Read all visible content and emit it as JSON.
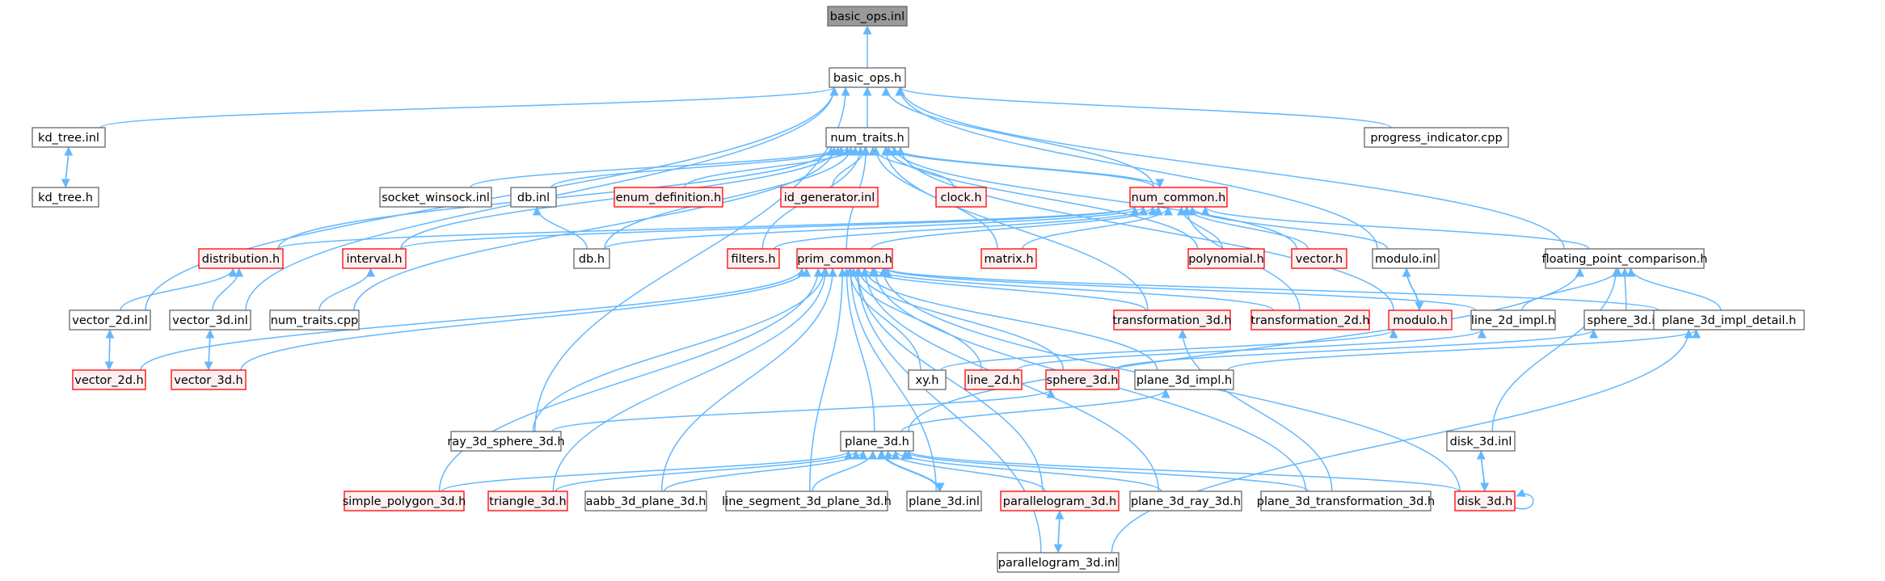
{
  "graph": {
    "title": "basic_ops.inl",
    "kind": "include dependency graph",
    "colors": {
      "edge": "#63b8ff",
      "normal_border": "#666666",
      "normal_fill": "#ffffff",
      "truncated_border": "#ff0000",
      "truncated_fill": "#fff0f0",
      "root_fill": "#999999",
      "root_border": "#666666"
    },
    "nodes": [
      {
        "id": "basic_ops_inl",
        "label": "basic_ops.inl",
        "kind": "root"
      },
      {
        "id": "basic_ops_h",
        "label": "basic_ops.h",
        "kind": "normal"
      },
      {
        "id": "kd_tree_inl",
        "label": "kd_tree.inl",
        "kind": "normal"
      },
      {
        "id": "kd_tree_h",
        "label": "kd_tree.h",
        "kind": "normal"
      },
      {
        "id": "num_traits_h",
        "label": "num_traits.h",
        "kind": "normal"
      },
      {
        "id": "progress_indicator_cpp",
        "label": "progress_indicator.cpp",
        "kind": "normal"
      },
      {
        "id": "socket_winsock_inl",
        "label": "socket_winsock.inl",
        "kind": "normal"
      },
      {
        "id": "db_inl",
        "label": "db.inl",
        "kind": "normal"
      },
      {
        "id": "enum_definition_h",
        "label": "enum_definition.h",
        "kind": "truncated"
      },
      {
        "id": "id_generator_inl",
        "label": "id_generator.inl",
        "kind": "truncated"
      },
      {
        "id": "clock_h",
        "label": "clock.h",
        "kind": "truncated"
      },
      {
        "id": "num_common_h",
        "label": "num_common.h",
        "kind": "truncated"
      },
      {
        "id": "distribution_h",
        "label": "distribution.h",
        "kind": "truncated"
      },
      {
        "id": "interval_h",
        "label": "interval.h",
        "kind": "truncated"
      },
      {
        "id": "db_h",
        "label": "db.h",
        "kind": "normal"
      },
      {
        "id": "filters_h",
        "label": "filters.h",
        "kind": "truncated"
      },
      {
        "id": "prim_common_h",
        "label": "prim_common.h",
        "kind": "truncated"
      },
      {
        "id": "matrix_h",
        "label": "matrix.h",
        "kind": "truncated"
      },
      {
        "id": "polynomial_h",
        "label": "polynomial.h",
        "kind": "truncated"
      },
      {
        "id": "vector_h",
        "label": "vector.h",
        "kind": "truncated"
      },
      {
        "id": "modulo_inl",
        "label": "modulo.inl",
        "kind": "normal"
      },
      {
        "id": "floating_point_comparison_h",
        "label": "floating_point_comparison.h",
        "kind": "normal"
      },
      {
        "id": "vector_2d_inl",
        "label": "vector_2d.inl",
        "kind": "normal"
      },
      {
        "id": "vector_3d_inl",
        "label": "vector_3d.inl",
        "kind": "normal"
      },
      {
        "id": "num_traits_cpp",
        "label": "num_traits.cpp",
        "kind": "normal"
      },
      {
        "id": "transformation_3d_h",
        "label": "transformation_3d.h",
        "kind": "truncated"
      },
      {
        "id": "transformation_2d_h",
        "label": "transformation_2d.h",
        "kind": "truncated"
      },
      {
        "id": "modulo_h",
        "label": "modulo.h",
        "kind": "truncated"
      },
      {
        "id": "line_2d_impl_h",
        "label": "line_2d_impl.h",
        "kind": "normal"
      },
      {
        "id": "sphere_3d_inl",
        "label": "sphere_3d.inl",
        "kind": "normal"
      },
      {
        "id": "plane_3d_impl_detail_h",
        "label": "plane_3d_impl_detail.h",
        "kind": "normal"
      },
      {
        "id": "vector_2d_h",
        "label": "vector_2d.h",
        "kind": "truncated"
      },
      {
        "id": "vector_3d_h",
        "label": "vector_3d.h",
        "kind": "truncated"
      },
      {
        "id": "xy_h",
        "label": "xy.h",
        "kind": "normal"
      },
      {
        "id": "line_2d_h",
        "label": "line_2d.h",
        "kind": "truncated"
      },
      {
        "id": "sphere_3d_h",
        "label": "sphere_3d.h",
        "kind": "truncated"
      },
      {
        "id": "plane_3d_impl_h",
        "label": "plane_3d_impl.h",
        "kind": "normal"
      },
      {
        "id": "ray_3d_sphere_3d_h",
        "label": "ray_3d_sphere_3d.h",
        "kind": "normal"
      },
      {
        "id": "plane_3d_h",
        "label": "plane_3d.h",
        "kind": "normal"
      },
      {
        "id": "disk_3d_inl",
        "label": "disk_3d.inl",
        "kind": "normal"
      },
      {
        "id": "simple_polygon_3d_h",
        "label": "simple_polygon_3d.h",
        "kind": "truncated"
      },
      {
        "id": "triangle_3d_h",
        "label": "triangle_3d.h",
        "kind": "truncated"
      },
      {
        "id": "aabb_3d_plane_3d_h",
        "label": "aabb_3d_plane_3d.h",
        "kind": "normal"
      },
      {
        "id": "line_segment_3d_plane_3d_h",
        "label": "line_segment_3d_plane_3d.h",
        "kind": "normal"
      },
      {
        "id": "plane_3d_inl",
        "label": "plane_3d.inl",
        "kind": "normal"
      },
      {
        "id": "parallelogram_3d_h",
        "label": "parallelogram_3d.h",
        "kind": "truncated"
      },
      {
        "id": "plane_3d_ray_3d_h",
        "label": "plane_3d_ray_3d.h",
        "kind": "normal"
      },
      {
        "id": "plane_3d_transformation_3d_h",
        "label": "plane_3d_transformation_3d.h",
        "kind": "normal"
      },
      {
        "id": "disk_3d_h",
        "label": "disk_3d.h",
        "kind": "truncated"
      },
      {
        "id": "parallelogram_3d_inl",
        "label": "parallelogram_3d.inl",
        "kind": "normal"
      }
    ],
    "edges": [
      {
        "from": "basic_ops_h",
        "to": "basic_ops_inl"
      },
      {
        "from": "num_traits_h",
        "to": "basic_ops_h"
      },
      {
        "from": "kd_tree_inl",
        "to": "basic_ops_h"
      },
      {
        "from": "progress_indicator_cpp",
        "to": "basic_ops_h"
      },
      {
        "from": "num_common_h",
        "to": "basic_ops_h"
      },
      {
        "from": "floating_point_comparison_h",
        "to": "basic_ops_h"
      },
      {
        "from": "modulo_inl",
        "to": "basic_ops_h"
      },
      {
        "from": "vector_2d_inl",
        "to": "basic_ops_h"
      },
      {
        "from": "vector_3d_inl",
        "to": "basic_ops_h"
      },
      {
        "from": "ray_3d_sphere_3d_h",
        "to": "basic_ops_h"
      },
      {
        "from": "kd_tree_h",
        "to": "kd_tree_inl"
      },
      {
        "from": "kd_tree_inl",
        "to": "kd_tree_h"
      },
      {
        "from": "socket_winsock_inl",
        "to": "num_traits_h"
      },
      {
        "from": "db_inl",
        "to": "num_traits_h"
      },
      {
        "from": "enum_definition_h",
        "to": "num_traits_h"
      },
      {
        "from": "id_generator_inl",
        "to": "num_traits_h"
      },
      {
        "from": "clock_h",
        "to": "num_traits_h"
      },
      {
        "from": "num_common_h",
        "to": "num_traits_h"
      },
      {
        "from": "distribution_h",
        "to": "num_traits_h"
      },
      {
        "from": "interval_h",
        "to": "num_traits_h"
      },
      {
        "from": "db_h",
        "to": "num_traits_h"
      },
      {
        "from": "filters_h",
        "to": "num_traits_h"
      },
      {
        "from": "prim_common_h",
        "to": "num_traits_h"
      },
      {
        "from": "matrix_h",
        "to": "num_traits_h"
      },
      {
        "from": "polynomial_h",
        "to": "num_traits_h"
      },
      {
        "from": "vector_h",
        "to": "num_traits_h"
      },
      {
        "from": "num_traits_cpp",
        "to": "num_traits_h"
      },
      {
        "from": "transformation_3d_h",
        "to": "num_traits_h"
      },
      {
        "from": "modulo_h",
        "to": "num_traits_h"
      },
      {
        "from": "num_traits_h",
        "to": "num_common_h"
      },
      {
        "from": "db_h",
        "to": "db_inl"
      },
      {
        "from": "distribution_h",
        "to": "num_common_h"
      },
      {
        "from": "interval_h",
        "to": "num_common_h"
      },
      {
        "from": "db_h",
        "to": "num_common_h"
      },
      {
        "from": "filters_h",
        "to": "num_common_h"
      },
      {
        "from": "prim_common_h",
        "to": "num_common_h"
      },
      {
        "from": "matrix_h",
        "to": "num_common_h"
      },
      {
        "from": "polynomial_h",
        "to": "num_common_h"
      },
      {
        "from": "vector_h",
        "to": "num_common_h"
      },
      {
        "from": "modulo_inl",
        "to": "num_common_h"
      },
      {
        "from": "floating_point_comparison_h",
        "to": "num_common_h"
      },
      {
        "from": "transformation_2d_h",
        "to": "num_common_h"
      },
      {
        "from": "vector_2d_inl",
        "to": "distribution_h"
      },
      {
        "from": "vector_3d_inl",
        "to": "distribution_h"
      },
      {
        "from": "num_traits_cpp",
        "to": "interval_h"
      },
      {
        "from": "modulo_h",
        "to": "modulo_inl"
      },
      {
        "from": "modulo_inl",
        "to": "modulo_h"
      },
      {
        "from": "line_2d_impl_h",
        "to": "floating_point_comparison_h"
      },
      {
        "from": "sphere_3d_inl",
        "to": "floating_point_comparison_h"
      },
      {
        "from": "plane_3d_impl_detail_h",
        "to": "floating_point_comparison_h"
      },
      {
        "from": "plane_3d_h",
        "to": "floating_point_comparison_h"
      },
      {
        "from": "disk_3d_inl",
        "to": "floating_point_comparison_h"
      },
      {
        "from": "vector_2d_h",
        "to": "vector_2d_inl"
      },
      {
        "from": "vector_2d_inl",
        "to": "vector_2d_h"
      },
      {
        "from": "vector_3d_h",
        "to": "vector_3d_inl"
      },
      {
        "from": "vector_3d_inl",
        "to": "vector_3d_h"
      },
      {
        "from": "vector_2d_h",
        "to": "prim_common_h"
      },
      {
        "from": "vector_3d_h",
        "to": "prim_common_h"
      },
      {
        "from": "xy_h",
        "to": "prim_common_h"
      },
      {
        "from": "line_2d_h",
        "to": "prim_common_h"
      },
      {
        "from": "sphere_3d_h",
        "to": "prim_common_h"
      },
      {
        "from": "plane_3d_impl_h",
        "to": "prim_common_h"
      },
      {
        "from": "transformation_3d_h",
        "to": "prim_common_h"
      },
      {
        "from": "transformation_2d_h",
        "to": "prim_common_h"
      },
      {
        "from": "line_2d_impl_h",
        "to": "prim_common_h"
      },
      {
        "from": "plane_3d_impl_detail_h",
        "to": "prim_common_h"
      },
      {
        "from": "ray_3d_sphere_3d_h",
        "to": "prim_common_h"
      },
      {
        "from": "plane_3d_h",
        "to": "prim_common_h"
      },
      {
        "from": "simple_polygon_3d_h",
        "to": "prim_common_h"
      },
      {
        "from": "triangle_3d_h",
        "to": "prim_common_h"
      },
      {
        "from": "aabb_3d_plane_3d_h",
        "to": "prim_common_h"
      },
      {
        "from": "line_segment_3d_plane_3d_h",
        "to": "prim_common_h"
      },
      {
        "from": "plane_3d_inl",
        "to": "prim_common_h"
      },
      {
        "from": "parallelogram_3d_h",
        "to": "prim_common_h"
      },
      {
        "from": "plane_3d_ray_3d_h",
        "to": "prim_common_h"
      },
      {
        "from": "plane_3d_transformation_3d_h",
        "to": "prim_common_h"
      },
      {
        "from": "disk_3d_h",
        "to": "prim_common_h"
      },
      {
        "from": "parallelogram_3d_inl",
        "to": "prim_common_h"
      },
      {
        "from": "line_2d_h",
        "to": "line_2d_impl_h"
      },
      {
        "from": "sphere_3d_h",
        "to": "sphere_3d_inl"
      },
      {
        "from": "plane_3d_impl_h",
        "to": "plane_3d_impl_detail_h"
      },
      {
        "from": "xy_h",
        "to": "modulo_h"
      },
      {
        "from": "ray_3d_sphere_3d_h",
        "to": "sphere_3d_h"
      },
      {
        "from": "plane_3d_h",
        "to": "plane_3d_impl_h"
      },
      {
        "from": "plane_3d_transformation_3d_h",
        "to": "transformation_3d_h"
      },
      {
        "from": "simple_polygon_3d_h",
        "to": "plane_3d_h"
      },
      {
        "from": "triangle_3d_h",
        "to": "plane_3d_h"
      },
      {
        "from": "aabb_3d_plane_3d_h",
        "to": "plane_3d_h"
      },
      {
        "from": "line_segment_3d_plane_3d_h",
        "to": "plane_3d_h"
      },
      {
        "from": "plane_3d_inl",
        "to": "plane_3d_h"
      },
      {
        "from": "plane_3d_h",
        "to": "plane_3d_inl"
      },
      {
        "from": "parallelogram_3d_h",
        "to": "plane_3d_h"
      },
      {
        "from": "plane_3d_ray_3d_h",
        "to": "plane_3d_h"
      },
      {
        "from": "plane_3d_transformation_3d_h",
        "to": "plane_3d_h"
      },
      {
        "from": "disk_3d_h",
        "to": "plane_3d_h"
      },
      {
        "from": "disk_3d_h",
        "to": "disk_3d_inl"
      },
      {
        "from": "disk_3d_inl",
        "to": "disk_3d_h"
      },
      {
        "from": "disk_3d_h",
        "to": "disk_3d_h"
      },
      {
        "from": "parallelogram_3d_inl",
        "to": "parallelogram_3d_h"
      },
      {
        "from": "parallelogram_3d_h",
        "to": "parallelogram_3d_inl"
      },
      {
        "from": "parallelogram_3d_inl",
        "to": "plane_3d_impl_detail_h"
      }
    ]
  }
}
